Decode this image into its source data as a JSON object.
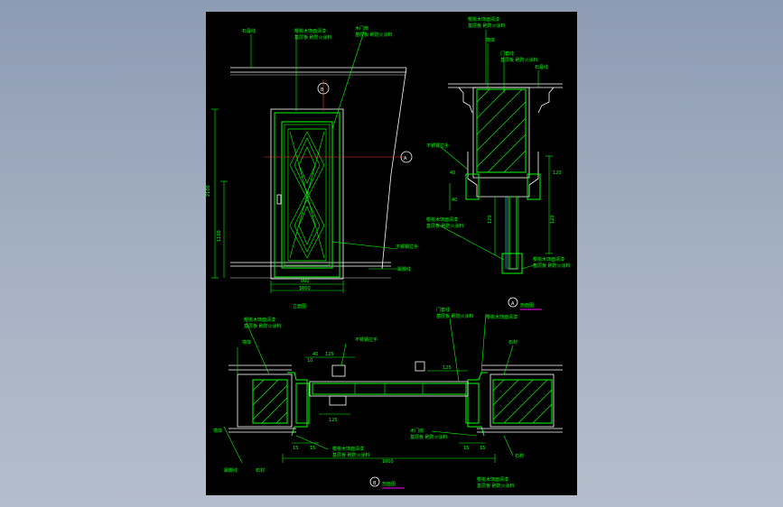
{
  "drawing": {
    "views": {
      "elevation": {
        "title": "立面图",
        "overall_height": "2100",
        "lower_height": "1100",
        "inner_width": "800",
        "overall_width": "1000",
        "section_marker": "A",
        "detail_marker": "B"
      },
      "section_a": {
        "title": "剖面图",
        "marker": "A",
        "dims": [
          "40",
          "120",
          "120",
          "40",
          "120"
        ]
      },
      "section_b": {
        "title": "剖面图",
        "marker": "B",
        "overall_width": "1000",
        "dims": [
          "125",
          "125",
          "125",
          "40",
          "10",
          "15",
          "15",
          "15",
          "15"
        ]
      }
    },
    "labels": {
      "molding": "石膏线",
      "veneer_main": "樱桃木饰面清漆",
      "finish": "基层板 刷防火涂料",
      "lock": "不锈钢拉手",
      "skirting": "踢脚线",
      "wall": "墙体",
      "frame": "门套线",
      "stone": "石材",
      "door": "木门扇"
    }
  }
}
